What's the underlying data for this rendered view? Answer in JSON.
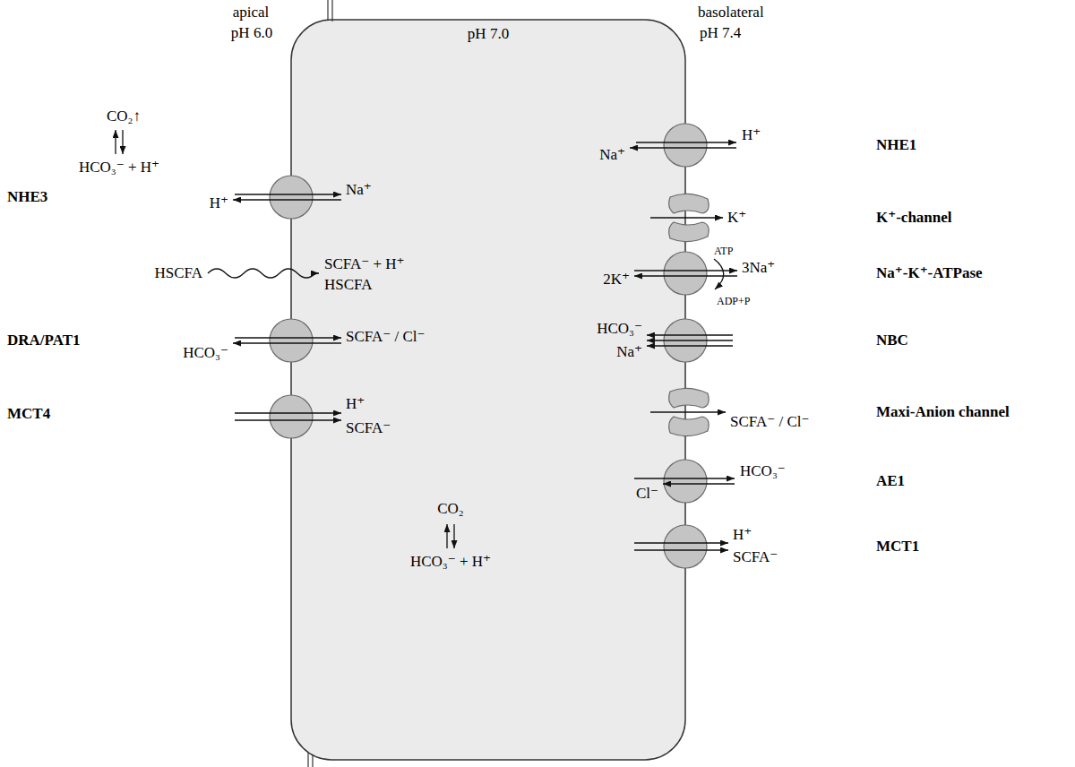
{
  "diagram": {
    "nodes": [
      {
        "text": [
          "pH 7.0"
        ]
      }
    ],
    "labels": [
      "apical",
      "pH 6.0",
      "basolateral",
      "pH 7.4",
      "CO₂↑",
      "HCO₃⁻ + H⁺",
      "NHE3",
      "H⁺",
      "Na⁺",
      "HSCFA",
      "SCFA⁻ + H⁺",
      "HSCFA",
      "DRA/PAT1",
      "HCO₃⁻",
      "SCFA⁻ / Cl⁻",
      "MCT4",
      "H⁺",
      "SCFA⁻",
      "Na⁺",
      "H⁺",
      "NHE1",
      "K⁺",
      "K⁺-channel",
      "ATP",
      "3Na⁺",
      "2K⁺",
      "ADP+P",
      "Na⁺-K⁺-ATPase",
      "HCO₃⁻",
      "Na⁺",
      "NBC",
      "SCFA⁻ / Cl⁻",
      "Maxi-Anion channel",
      "Cl⁻",
      "HCO₃⁻",
      "AE1",
      "H⁺",
      "SCFA⁻",
      "MCT1",
      "CO₂",
      "HCO₃⁻ + H⁺"
    ]
  }
}
